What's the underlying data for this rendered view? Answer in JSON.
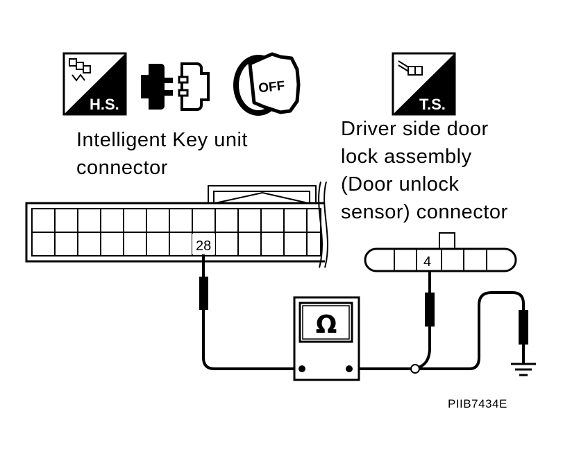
{
  "icons": {
    "hs": {
      "name": "harness-side-icon",
      "text": "H.S."
    },
    "ts": {
      "name": "terminal-side-icon",
      "text": "T.S."
    },
    "disconnect": {
      "name": "disconnect-connector-icon"
    },
    "ignition": {
      "name": "ignition-key-off-icon",
      "text": "OFF"
    }
  },
  "labels": {
    "key_unit_connector": [
      "Intelligent Key unit",
      "connector"
    ],
    "door_lock_connector": [
      "Driver side door",
      "lock assembly",
      "(Door unlock",
      "sensor) connector"
    ]
  },
  "terminals": {
    "key_unit": "28",
    "door_lock": "4"
  },
  "meter": {
    "symbol": "Ω",
    "name": "ohmmeter"
  },
  "figure_code": "PIIB7434E"
}
